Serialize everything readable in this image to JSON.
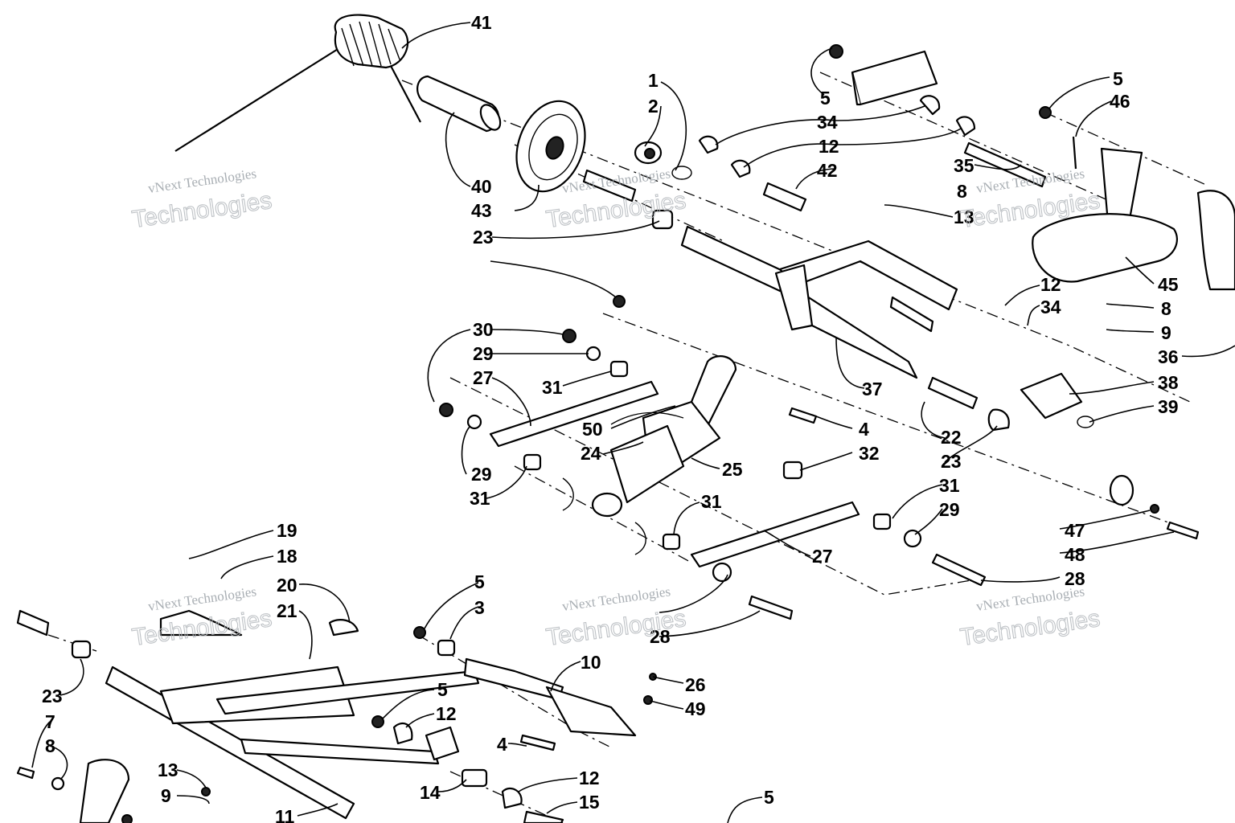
{
  "watermark": {
    "line1": "vNext Technologies",
    "line2": "Technologies"
  },
  "callouts": [
    "41",
    "40",
    "43",
    "1",
    "2",
    "23",
    "5",
    "34",
    "12",
    "42",
    "5",
    "46",
    "35",
    "8",
    "13",
    "12",
    "34",
    "45",
    "8",
    "9",
    "36",
    "38",
    "39",
    "30",
    "29",
    "31",
    "27",
    "29",
    "31",
    "50",
    "24",
    "25",
    "37",
    "4",
    "32",
    "22",
    "23",
    "31",
    "29",
    "31",
    "27",
    "28",
    "47",
    "48",
    "28",
    "19",
    "18",
    "20",
    "21",
    "5",
    "3",
    "23",
    "7",
    "8",
    "13",
    "9",
    "11",
    "10",
    "26",
    "49",
    "5",
    "12",
    "4",
    "14",
    "12",
    "15",
    "5"
  ]
}
